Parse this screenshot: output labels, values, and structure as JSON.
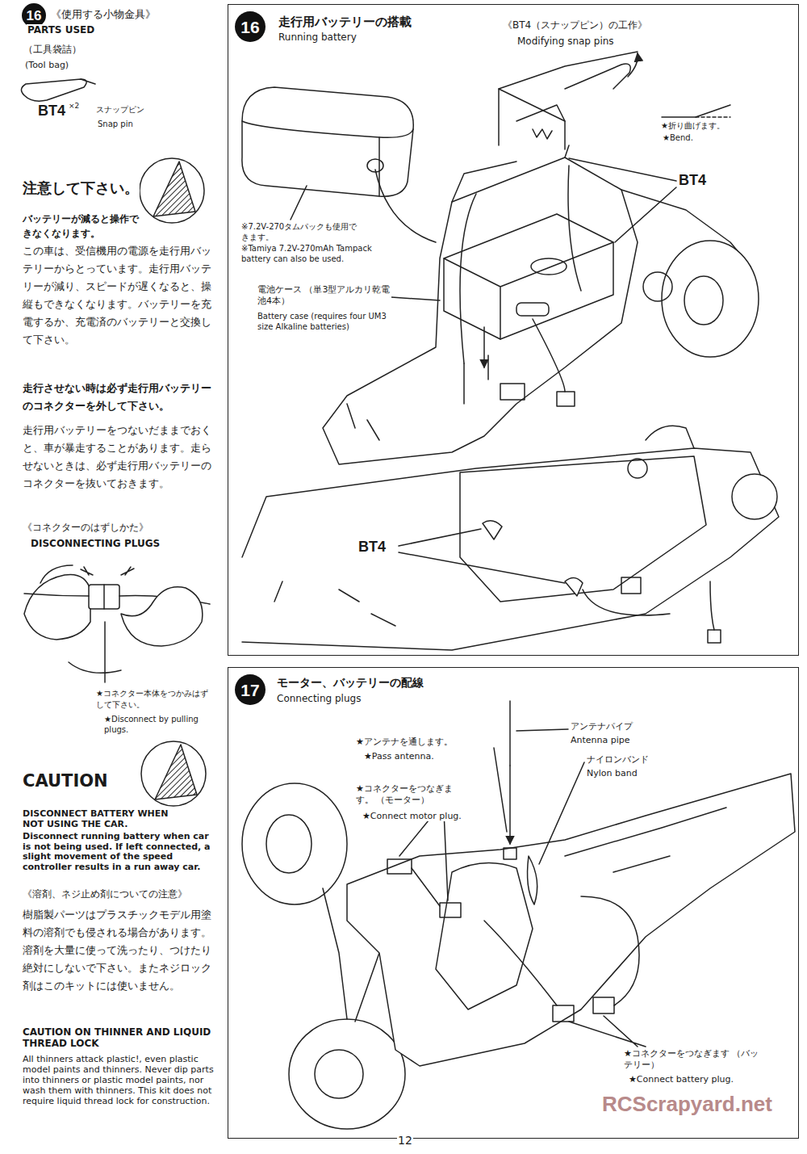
{
  "diagram": {
    "nodes": [
      {
        "text": [
          "16"
        ]
      },
      {
        "text": [
          "走行用バッテリーの搭載",
          "Running battery"
        ]
      },
      {
        "text": [
          "16"
        ],
        "in": 1
      },
      {
        "text": [
          "モーター、バッテリーの配線",
          "Connecting plugs"
        ]
      },
      {
        "text": [
          "17"
        ],
        "in": 3
      }
    ],
    "labels": [
      "《使用する小物金具》",
      "PARTS USED",
      "（工具袋詰）",
      "(Tool bag)",
      "BT4",
      "×2",
      "スナップピン",
      "Snap pin",
      "注意して下さい。",
      "バッテリーが減ると操作できなくなります。",
      "この車は、受信機用の電源を走行用バッテリーからとっています。走行用バッテリーが減り、スピードが遅くなると、操縦もできなくなります。バッテリーを充電するか、充電済のバッテリーと交換して下さい。",
      "走行させない時は必ず走行用バッテリーのコネクターを外して下さい。",
      "走行用バッテリーをつないだままでおくと、車が暴走することがあります。走らせないときは、必ず走行用バッテリーのコネクターを抜いておきます。",
      "《コネクターのはずしかた》",
      "DISCONNECTING PLUGS",
      "★コネクター本体をつかみはずして下さい。",
      "★Disconnect by pulling plugs.",
      "CAUTION",
      "DISCONNECT BATTERY WHEN NOT USING THE CAR.",
      "Disconnect running battery when car is not being used. If left connected, a slight movement of the speed controller results in a run away car.",
      "《溶剤、ネジ止め剤についての注意》",
      "樹脂製パーツはプラスチックモデル用塗料の溶剤でも侵される場合があります。溶剤を大量に使って洗ったり、つけたり絶対にしないで下さい。またネジロック剤はこのキットには使いません。",
      "CAUTION ON THINNER AND LIQUID THREAD LOCK",
      "All thinners attack plastic!, even plastic model paints and thinners. Never dip parts into thinners or plastic model paints, nor wash them with thinners. This kit does not require liquid thread lock for construction.",
      "《BT4（スナップピン）の工作》",
      "Modifying snap pins",
      "★折り曲げます。",
      "★Bend.",
      "BT4",
      "※7.2V-270タムパックも使用できます。",
      "※Tamiya 7.2V-270mAh Tampack battery can also be used.",
      "電池ケース （単3型アルカリ乾電池4本）",
      "Battery case (requires four UM3 size Alkaline batteries)",
      "BT4",
      "★アンテナを通します。",
      "★Pass antenna.",
      "★コネクターをつなぎます。 （モーター）",
      "★Connect motor plug.",
      "アンテナパイプ",
      "Antenna pipe",
      "ナイロンバンド",
      "Nylon band",
      "★コネクターをつなぎます （バッテリー）",
      "★Connect battery plug.",
      "12",
      "RCScrapyard.net"
    ]
  }
}
